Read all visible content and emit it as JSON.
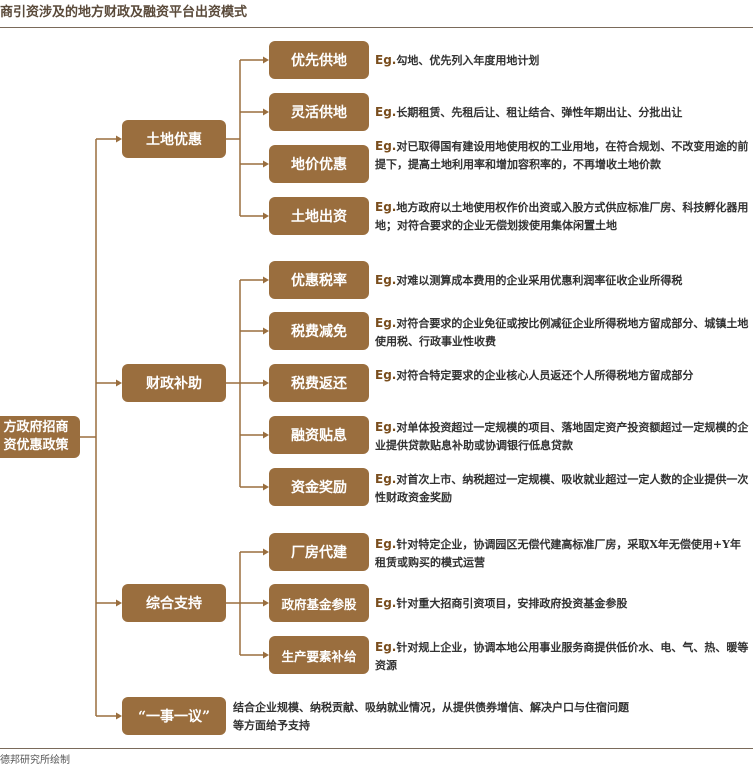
{
  "title": "商引资涉及的地方财政及融资平台出资模式",
  "root_label_line1": "方政府招商",
  "root_label_line2": "资优惠政策",
  "eg_prefix": "Eg.",
  "colors": {
    "box": "#9a6e3e",
    "line": "#9a6e3e",
    "eg": "#7a4e1e"
  },
  "groups": [
    {
      "label": "土地优惠",
      "items": [
        {
          "label": "优先供地",
          "desc": "勾地、优先列入年度用地计划"
        },
        {
          "label": "灵活供地",
          "desc": "长期租赁、先租后让、租让结合、弹性年期出让、分批出让"
        },
        {
          "label": "地价优惠",
          "desc": "对已取得国有建设用地使用权的工业用地，在符合规划、不改变用途的前提下，提高土地利用率和增加容积率的，不再增收土地价款"
        },
        {
          "label": "土地出资",
          "desc": "地方政府以土地使用权作价出资或入股方式供应标准厂房、科技孵化器用地；对符合要求的企业无偿划拨使用集体闲置土地"
        }
      ]
    },
    {
      "label": "财政补助",
      "items": [
        {
          "label": "优惠税率",
          "desc": "对难以测算成本费用的企业采用优惠利润率征收企业所得税"
        },
        {
          "label": "税费减免",
          "desc": "对符合要求的企业免征或按比例减征企业所得税地方留成部分、城镇土地使用税、行政事业性收费"
        },
        {
          "label": "税费返还",
          "desc": "对符合特定要求的企业核心人员返还个人所得税地方留成部分"
        },
        {
          "label": "融资贴息",
          "desc": "对单体投资超过一定规模的项目、落地固定资产投资额超过一定规模的企业提供贷款贴息补助或协调银行低息贷款"
        },
        {
          "label": "资金奖励",
          "desc": "对首次上市、纳税超过一定规模、吸收就业超过一定人数的企业提供一次性财政资金奖励"
        }
      ]
    },
    {
      "label": "综合支持",
      "items": [
        {
          "label": "厂房代建",
          "desc": "针对特定企业，协调园区无偿代建高标准厂房，采取X年无偿使用+Y年租赁或购买的模式运营"
        },
        {
          "label": "政府基金参股",
          "desc": "针对重大招商引资项目，安排政府投资基金参股"
        },
        {
          "label": "生产要素补给",
          "desc": "针对规上企业，协调本地公用事业服务商提供低价水、电、气、热、暖等资源"
        }
      ]
    }
  ],
  "yiyi": {
    "label": "“一事一议”",
    "desc": "结合企业规模、纳税贡献、吸纳就业情况，从提供债券增信、解决户口与住宿问题等方面给予支持"
  },
  "footer": "德邦研究所绘制"
}
